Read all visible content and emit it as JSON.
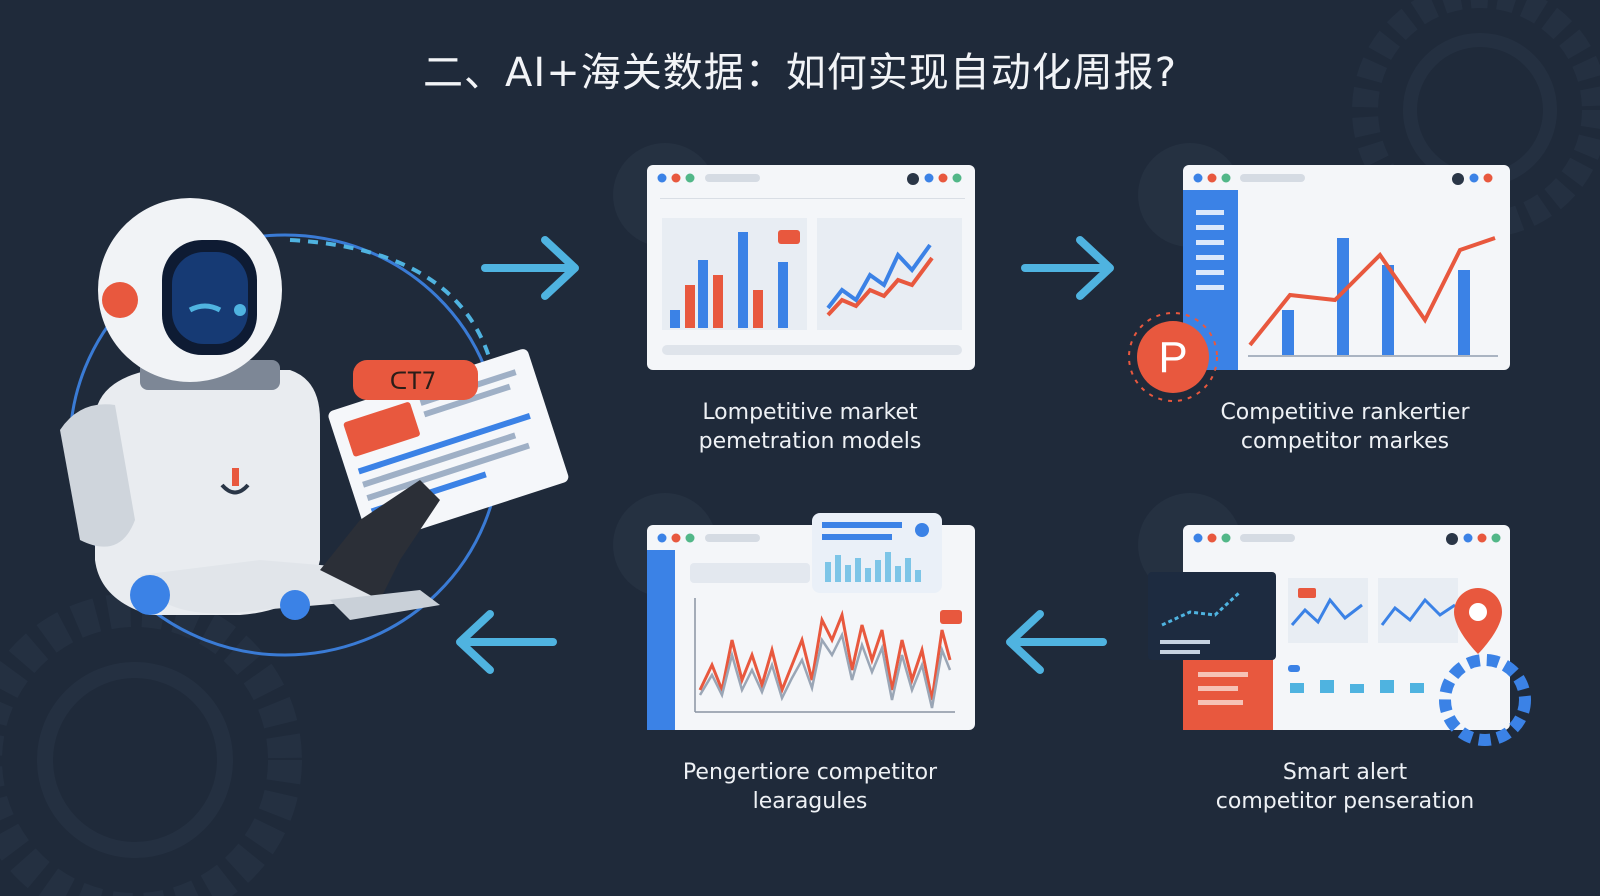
{
  "title": "二、AI+海关数据：如何实现自动化周报?",
  "steps": [
    {
      "line1": "Lompetitive market",
      "line2": "pemetration models"
    },
    {
      "line1": "Competitive rankertier",
      "line2": "competitor markes"
    },
    {
      "line1": "Pengertiore competitor",
      "line2": "learagules"
    },
    {
      "line1": "Smart alert",
      "line2": "competitor penseration"
    }
  ],
  "badge_letter": "P",
  "robot_tag": "ᑕT7",
  "colors": {
    "background": "#1f2a3a",
    "accent_blue": "#4fb3e0",
    "accent_red": "#e8583e",
    "chart_blue": "#3b82e6"
  },
  "icons": [
    "arrow-right-icon",
    "arrow-left-icon",
    "gear-icon",
    "location-pin-icon",
    "robot-illustration"
  ]
}
